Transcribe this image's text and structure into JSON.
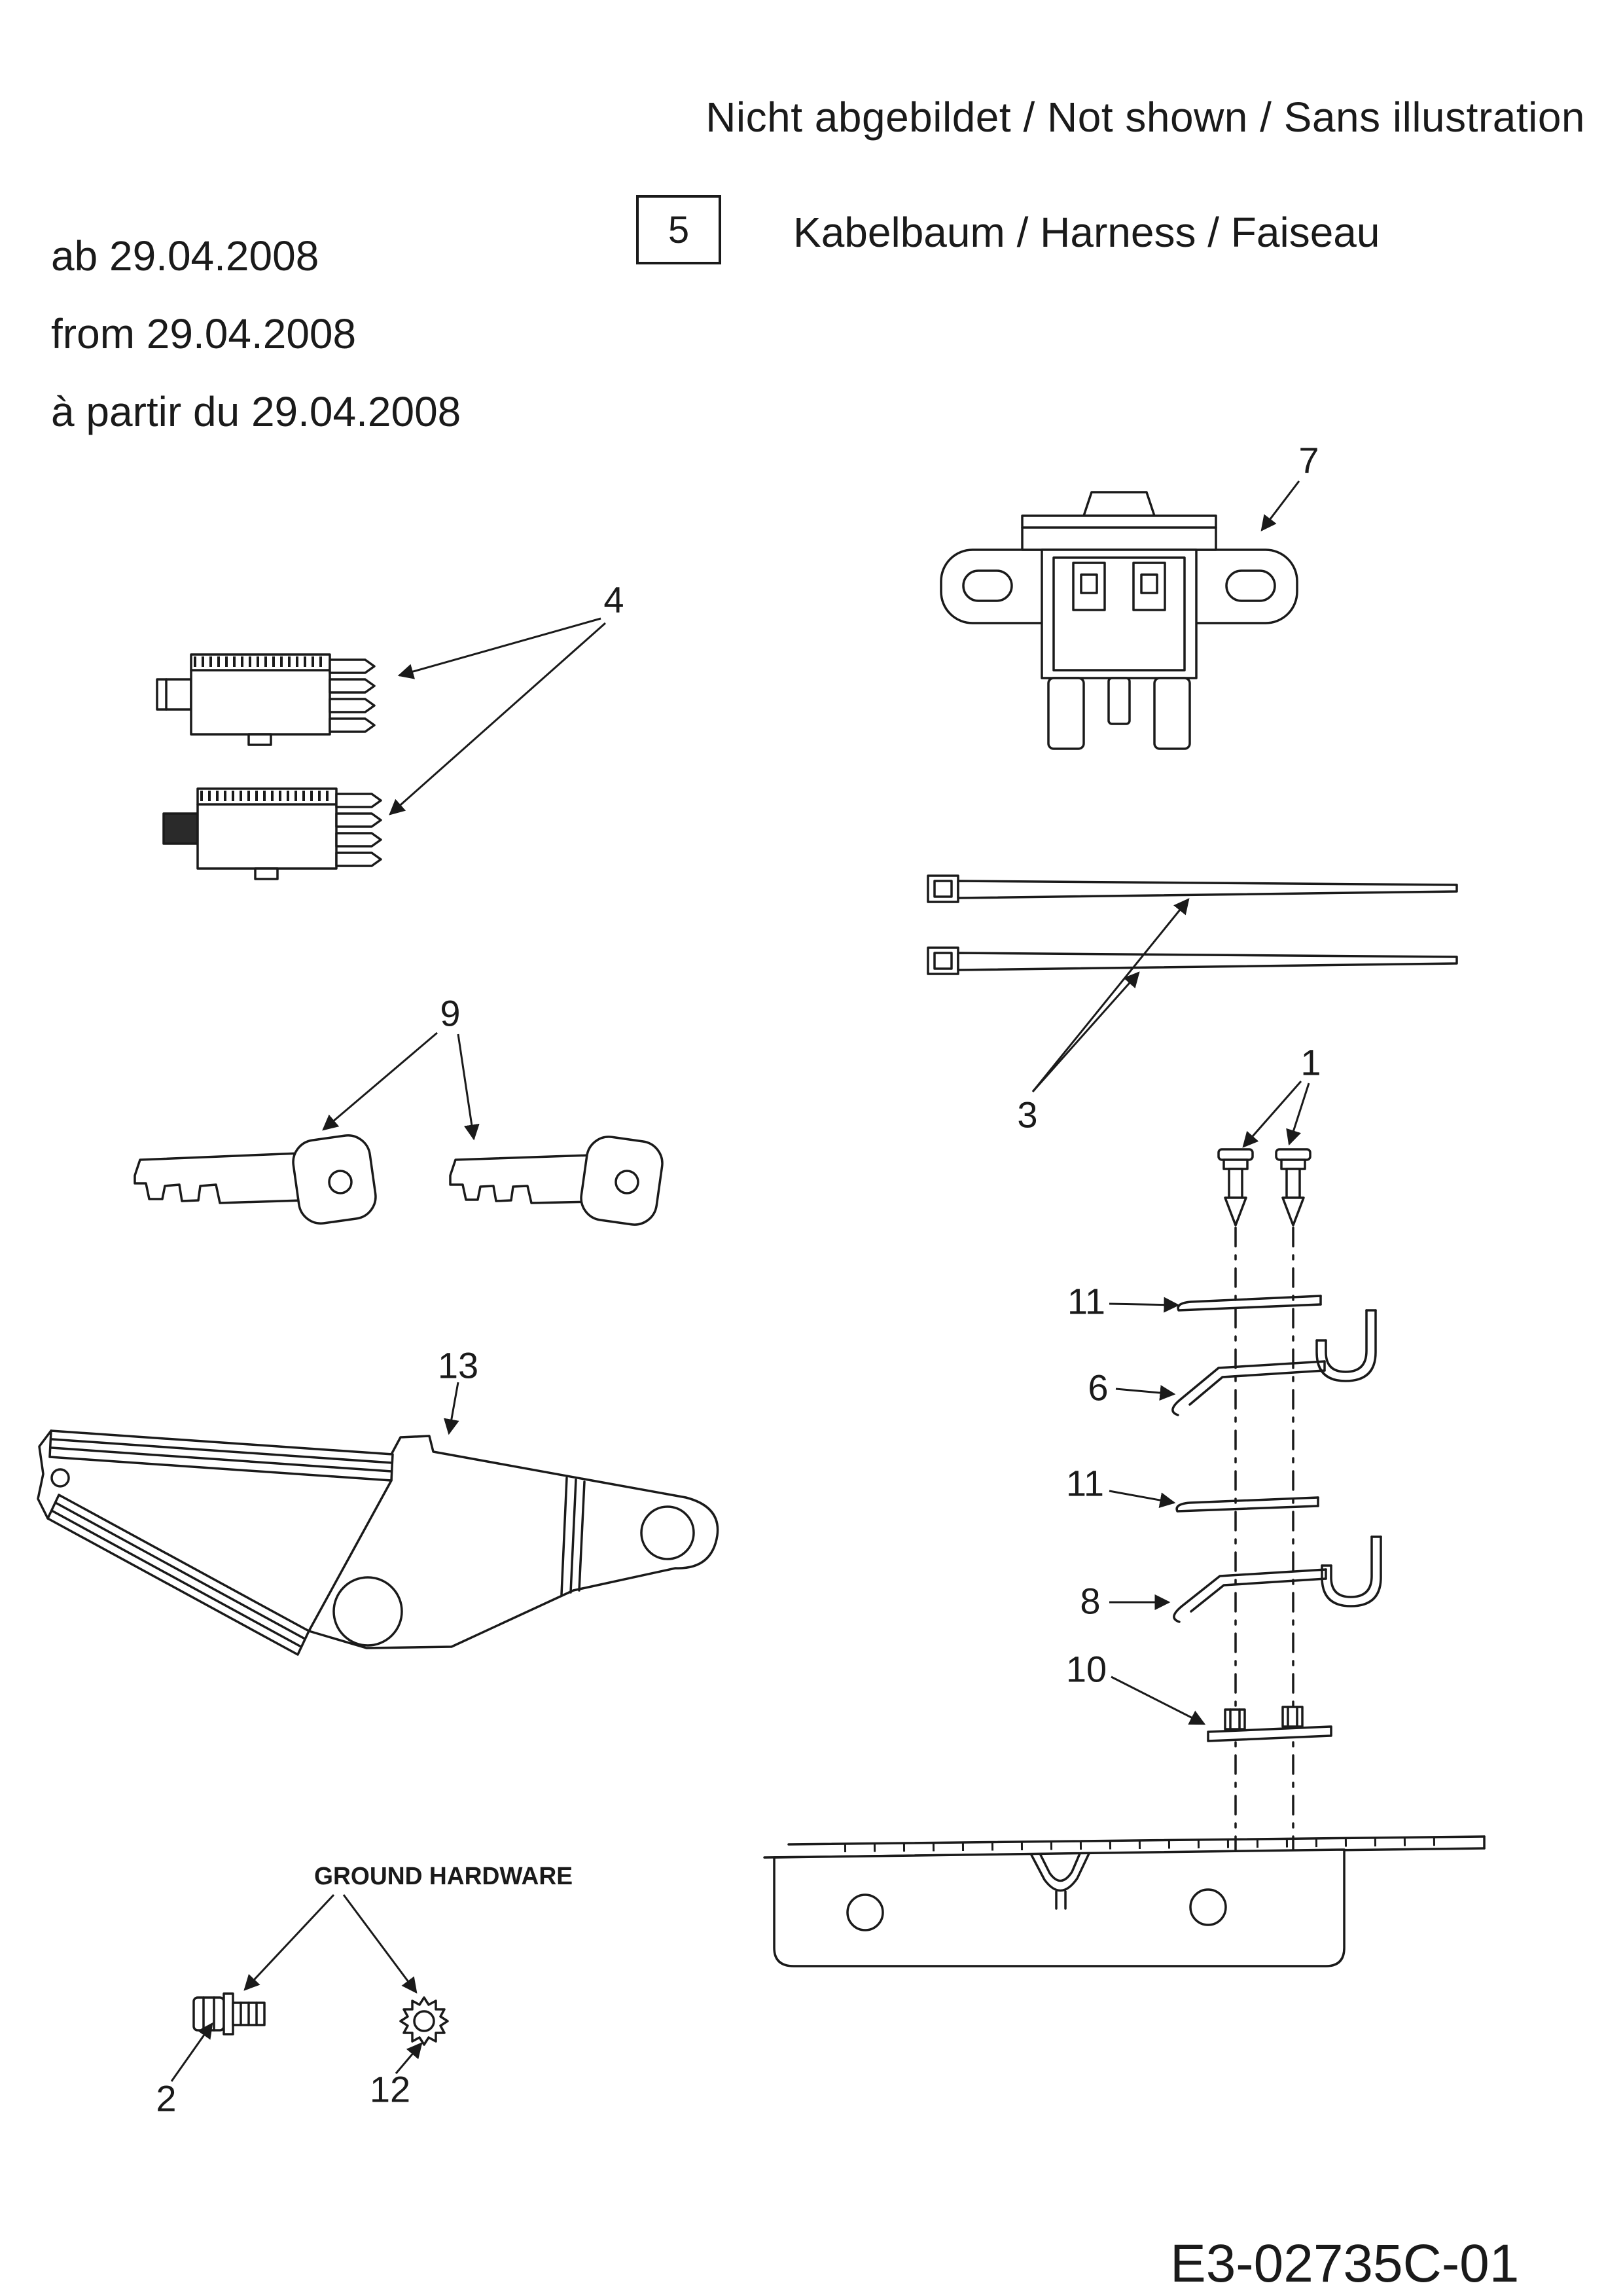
{
  "page": {
    "background": "#ffffff",
    "ink": "#1a1a1a"
  },
  "header": {
    "not_shown_heading": "Nicht abgebildet / Not shown / Sans illustration",
    "item_box_number": "5",
    "item_box_label": "Kabelbaum / Harness / Faiseau",
    "validity_dates": [
      "ab 29.04.2008",
      "from 29.04.2008",
      "à partir du 29.04.2008"
    ]
  },
  "callouts": {
    "c1": "1",
    "c2": "2",
    "c3": "3",
    "c4": "4",
    "c6": "6",
    "c7": "7",
    "c8": "8",
    "c9": "9",
    "c10": "10",
    "c11": "11",
    "c12": "12",
    "c13": "13"
  },
  "annotations": {
    "ground_hardware_label": "GROUND HARDWARE"
  },
  "footer": {
    "diagram_number": "E3-02735C-01"
  }
}
